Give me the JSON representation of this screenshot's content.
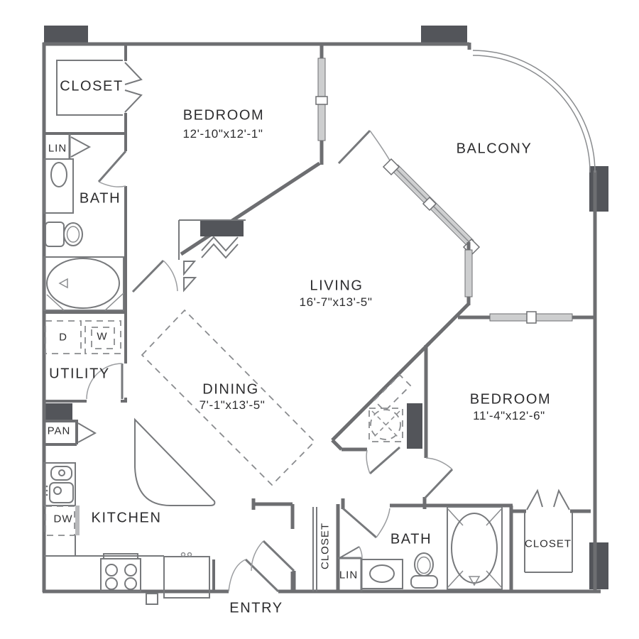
{
  "title": "Two bedroom apartment floor plan",
  "colors": {
    "wall": "#6d6e71",
    "dark_fill": "#53555a",
    "window_fill": "#cdcecf",
    "text": "#2d2d2f",
    "background": "#ffffff"
  },
  "rooms": {
    "closet_top_left": {
      "label": "CLOSET"
    },
    "bedroom1": {
      "label": "BEDROOM",
      "dims": "12'-10\"x12'-1\""
    },
    "balcony": {
      "label": "BALCONY"
    },
    "linen1": {
      "label": "LIN"
    },
    "bath1": {
      "label": "BATH"
    },
    "living": {
      "label": "LIVING",
      "dims": "16'-7\"x13'-5\""
    },
    "utility": {
      "label": "UTILITY"
    },
    "dryer": {
      "label": "D"
    },
    "washer": {
      "label": "W"
    },
    "dining": {
      "label": "DINING",
      "dims": "7'-1\"x13'-5\""
    },
    "bedroom2": {
      "label": "BEDROOM",
      "dims": "11'-4\"x12'-6\""
    },
    "pantry": {
      "label": "PAN"
    },
    "kitchen": {
      "label": "KITCHEN"
    },
    "dishwasher": {
      "label": "DW"
    },
    "closet_hall": {
      "label": "CLOSET"
    },
    "linen2": {
      "label": "LIN"
    },
    "bath2": {
      "label": "BATH"
    },
    "closet_bedroom2": {
      "label": "CLOSET"
    },
    "entry": {
      "label": "ENTRY"
    }
  }
}
